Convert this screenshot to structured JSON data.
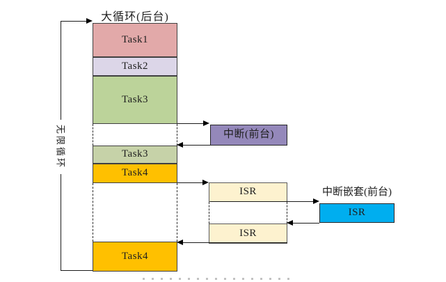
{
  "diagram": {
    "title": "大循环(后台)",
    "infinite_loop_label": "无限循环",
    "nested_interrupt_label": "中断嵌套(前台)",
    "background_tasks": [
      {
        "label": "Task1",
        "color": "#e2a9a9"
      },
      {
        "label": "Task2",
        "color": "#dcd6e8"
      },
      {
        "label": "Task3",
        "color": "#bcd39a"
      },
      {
        "label": "Task3",
        "color": "#c6d2a8"
      },
      {
        "label": "Task4",
        "color": "#ffc000"
      },
      {
        "label": "Task4",
        "color": "#ffc000"
      }
    ],
    "interrupt_box": {
      "label": "中断(前台)",
      "color": "#9488ba"
    },
    "isr_boxes": [
      {
        "label": "ISR",
        "color": "#fdf2cf"
      },
      {
        "label": "ISR",
        "color": "#fdf2cf"
      }
    ],
    "nested_isr_box": {
      "label": "ISR",
      "color": "#00aeef"
    },
    "line_color": "#1a1a1a"
  }
}
